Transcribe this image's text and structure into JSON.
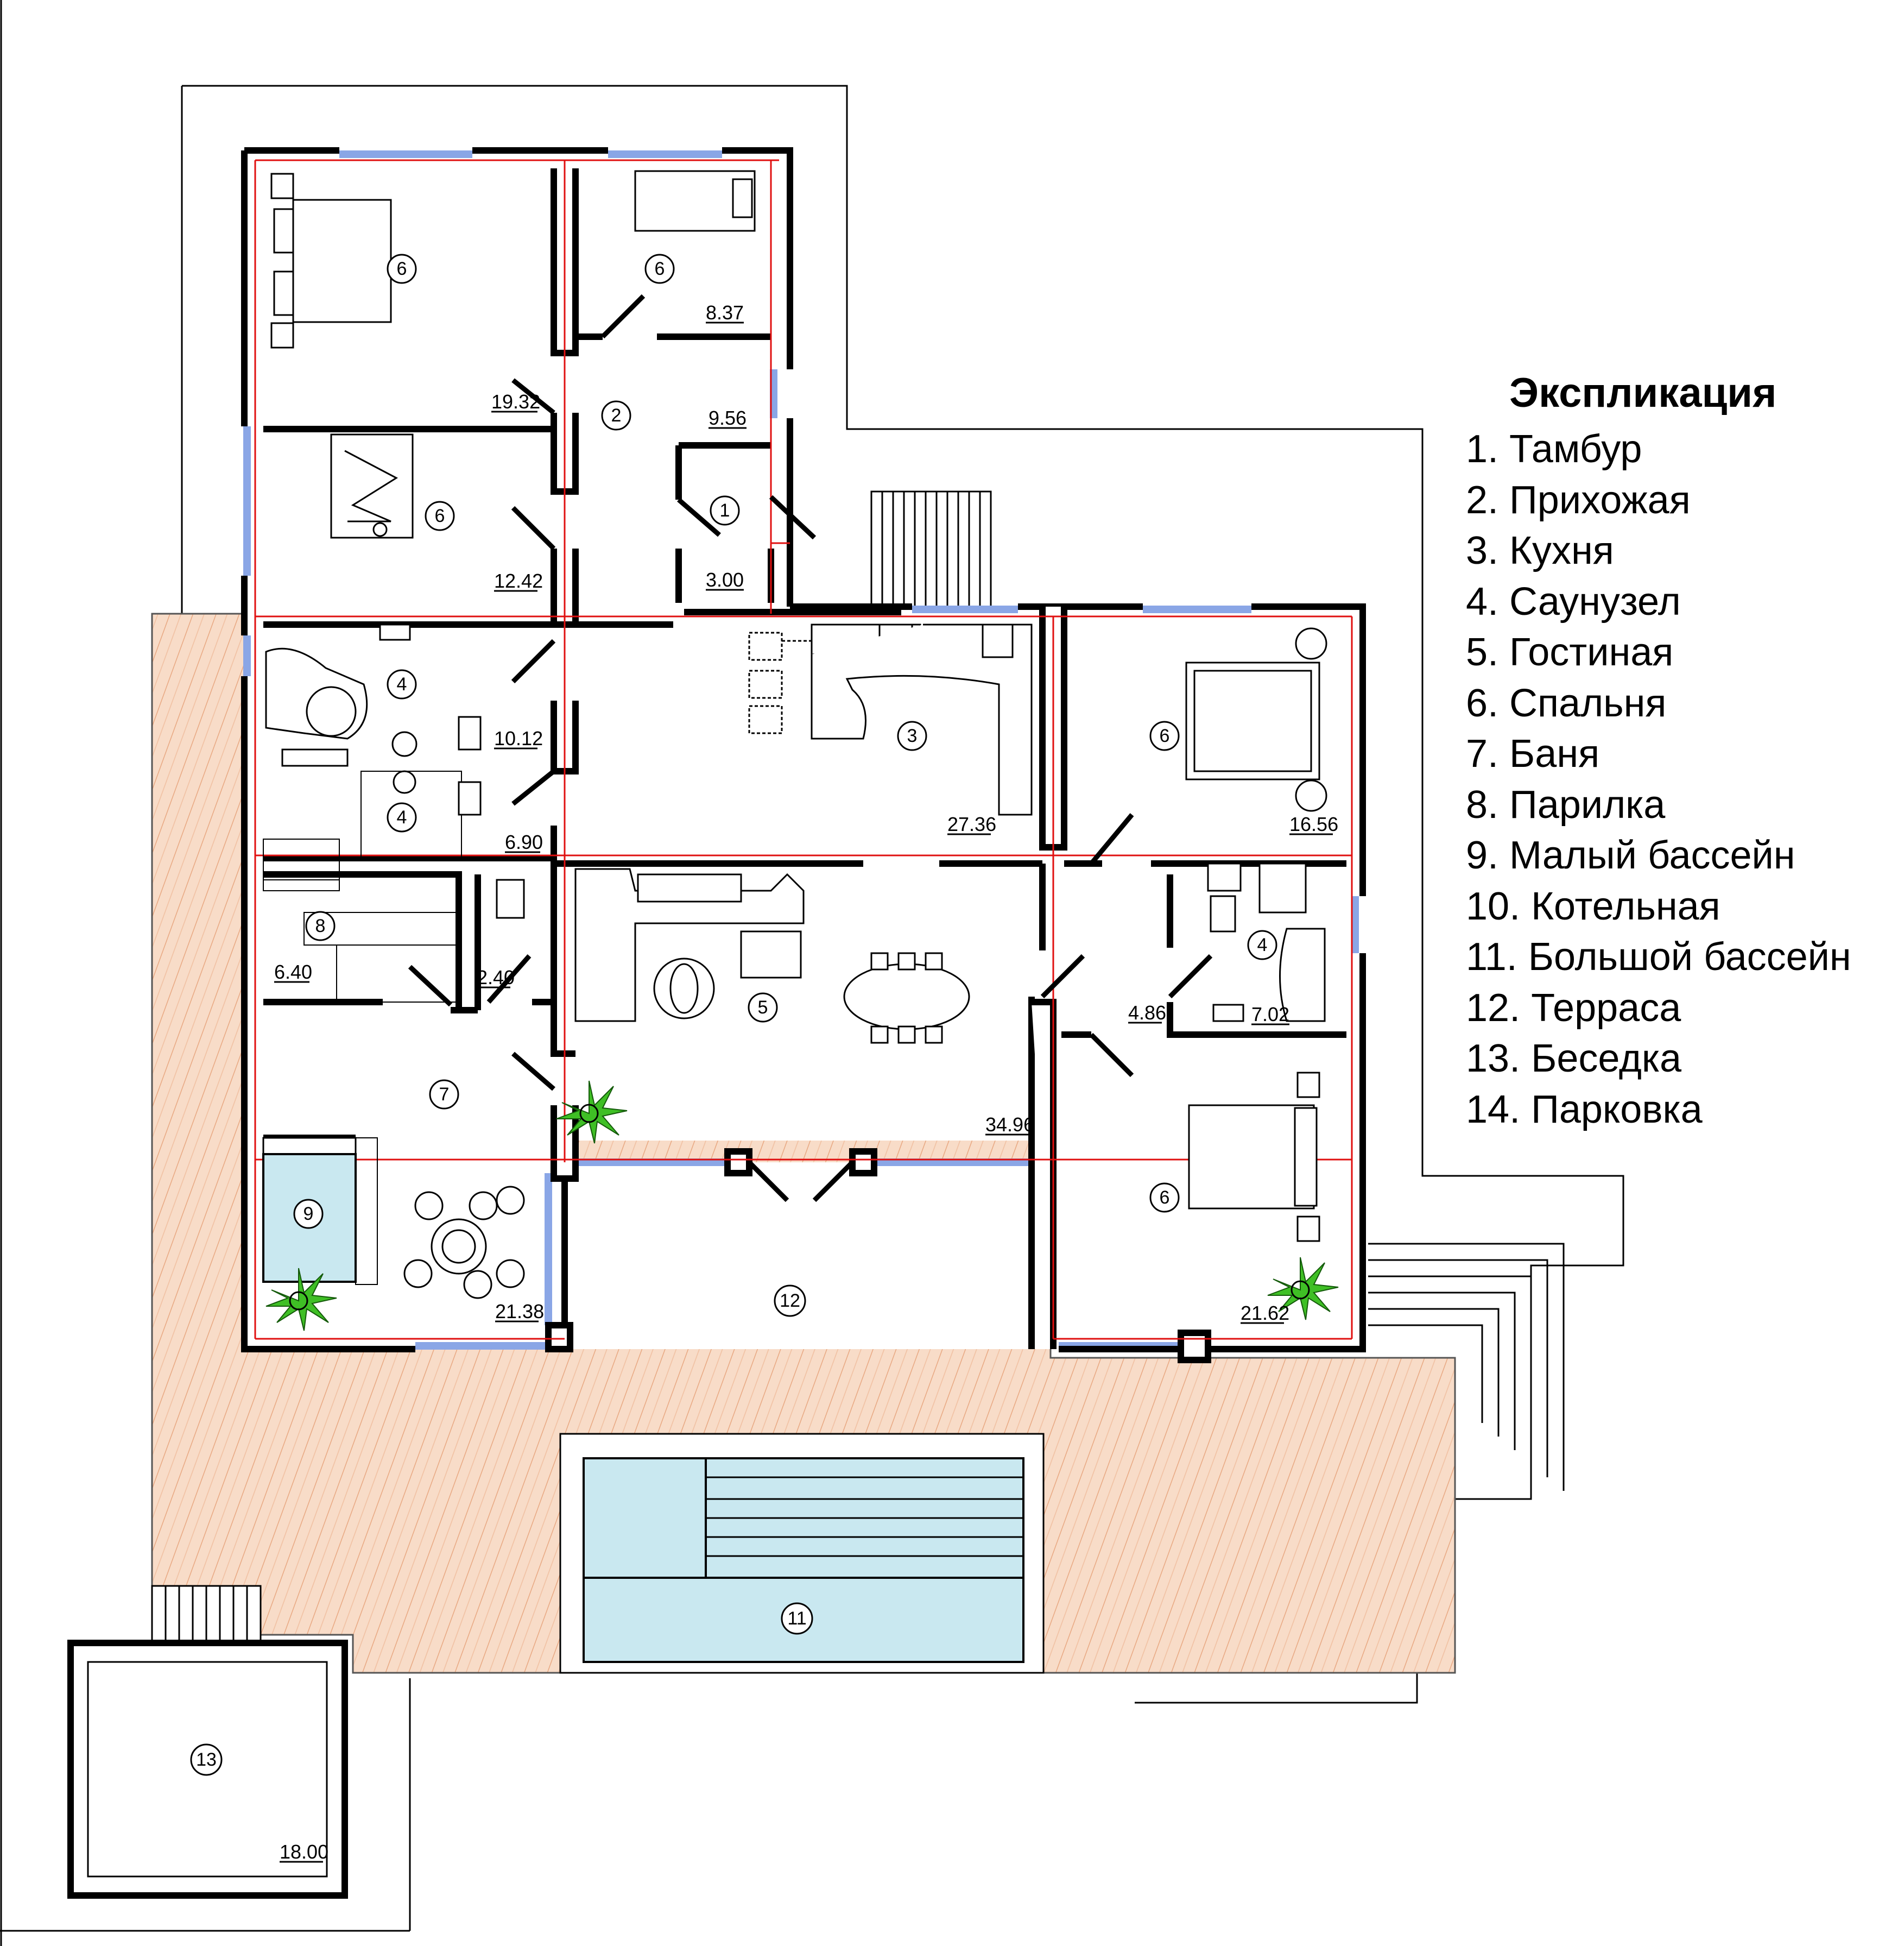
{
  "legend": {
    "title": "Экспликация",
    "items": [
      "1. Тамбур",
      "2. Прихожая",
      "3. Кухня",
      "4. Саунузел",
      "5. Гостиная",
      "6. Спальня",
      "7. Баня",
      "8. Парилка",
      "9. Малый бассейн",
      "10. Котельная",
      "11. Большой бассейн",
      "12. Терраса",
      "13. Беседка",
      "14. Парковка"
    ]
  },
  "rooms": [
    {
      "id": "bedroom-nw-top",
      "number": "6",
      "area": "19.32"
    },
    {
      "id": "bedroom-n-small",
      "number": "6",
      "area": "8.37"
    },
    {
      "id": "hallway",
      "number": "2",
      "area": "9.56"
    },
    {
      "id": "vestibule",
      "number": "1",
      "area": "3.00"
    },
    {
      "id": "bedroom-nw-mid",
      "number": "6",
      "area": "12.42"
    },
    {
      "id": "bathroom-w-top",
      "number": "4",
      "area": "10.12"
    },
    {
      "id": "bathroom-w-bottom",
      "number": "4",
      "area": "6.90"
    },
    {
      "id": "kitchen",
      "number": "3",
      "area": "27.36"
    },
    {
      "id": "bedroom-e-top",
      "number": "6",
      "area": "16.56"
    },
    {
      "id": "steam-room",
      "number": "8",
      "area": "6.40"
    },
    {
      "id": "small-room",
      "number": "",
      "area": "2.40"
    },
    {
      "id": "living-room",
      "number": "5",
      "area": "34.96"
    },
    {
      "id": "corridor-e",
      "number": "",
      "area": "4.86"
    },
    {
      "id": "bathroom-e",
      "number": "4",
      "area": "7.02"
    },
    {
      "id": "sauna",
      "number": "7",
      "area": "21.38"
    },
    {
      "id": "small-pool",
      "number": "9",
      "area": ""
    },
    {
      "id": "bedroom-e-bottom",
      "number": "6",
      "area": "21.62"
    },
    {
      "id": "terrace",
      "number": "12",
      "area": ""
    },
    {
      "id": "large-pool",
      "number": "11",
      "area": ""
    },
    {
      "id": "gazebo",
      "number": "13",
      "area": "18.00"
    }
  ],
  "colors": {
    "walls": "#000000",
    "axes": "#e01010",
    "glazing": "#8aa6e6",
    "deck": "#f8dcc8",
    "deck_stripes": "#e8a882",
    "water": "#c9e8f0",
    "plants": "#3fbf25"
  }
}
